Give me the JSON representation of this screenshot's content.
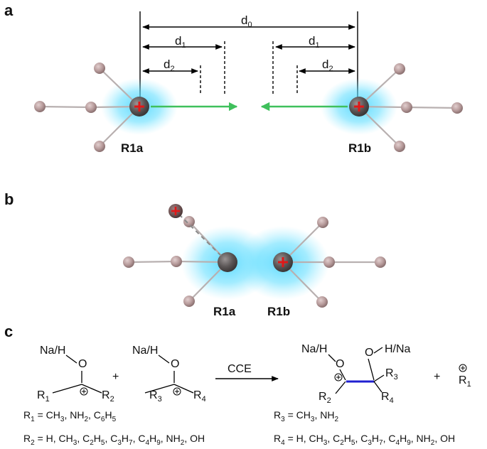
{
  "panels": {
    "a": "a",
    "b": "b",
    "c": "c"
  },
  "colors": {
    "glow": "#3fd3ff",
    "center_atom": "#5a5555",
    "ligand_atom": "#b79b9b",
    "bond": "#b8b0b0",
    "plus": "#e01818",
    "arrow": "#3fc05c",
    "new_bond": "#2020d0"
  },
  "panel_a": {
    "molecule_left": "R1a",
    "molecule_right": "R1b",
    "d0": {
      "base": "d",
      "sub": "0"
    },
    "d1_left": {
      "base": "d",
      "sub": "1"
    },
    "d2_left": {
      "base": "d",
      "sub": "2"
    },
    "d1_right": {
      "base": "d",
      "sub": "1"
    },
    "d2_right": {
      "base": "d",
      "sub": "2"
    }
  },
  "panel_b": {
    "molecule_left": "R1a",
    "molecule_right": "R1b"
  },
  "panel_c": {
    "reactant1": {
      "nah": "Na/H",
      "o": "O",
      "r1": "R",
      "r1_sub": "1",
      "r2": "R",
      "r2_sub": "2"
    },
    "plus_sign": "+",
    "reactant2": {
      "nah": "Na/H",
      "o": "O",
      "r3": "R",
      "r3_sub": "3",
      "r4": "R",
      "r4_sub": "4"
    },
    "arrow_label": "CCE",
    "product": {
      "nah": "Na/H",
      "o1": "O",
      "o2": "O",
      "hna": "H/Na",
      "r3": "R",
      "r3_sub": "3",
      "r2": "R",
      "r2_sub": "2",
      "r4": "R",
      "r4_sub": "4"
    },
    "byproduct": {
      "r": "R",
      "r_sub": "1",
      "charge": "+"
    },
    "def_r1": [
      {
        "t": "R"
      },
      {
        "t": "1",
        "s": true
      },
      {
        "t": " = CH"
      },
      {
        "t": "3",
        "s": true
      },
      {
        "t": ", NH"
      },
      {
        "t": "2",
        "s": true
      },
      {
        "t": ", C"
      },
      {
        "t": "6",
        "s": true
      },
      {
        "t": "H"
      },
      {
        "t": "5",
        "s": true
      }
    ],
    "def_r2": [
      {
        "t": "R"
      },
      {
        "t": "2",
        "s": true
      },
      {
        "t": " = H, CH"
      },
      {
        "t": "3",
        "s": true
      },
      {
        "t": ", C"
      },
      {
        "t": "2",
        "s": true
      },
      {
        "t": "H"
      },
      {
        "t": "5",
        "s": true
      },
      {
        "t": ", C"
      },
      {
        "t": "3",
        "s": true
      },
      {
        "t": "H"
      },
      {
        "t": "7",
        "s": true
      },
      {
        "t": ", C"
      },
      {
        "t": "4",
        "s": true
      },
      {
        "t": "H"
      },
      {
        "t": "9",
        "s": true
      },
      {
        "t": ", NH"
      },
      {
        "t": "2",
        "s": true
      },
      {
        "t": ", OH"
      }
    ],
    "def_r3": [
      {
        "t": "R"
      },
      {
        "t": "3",
        "s": true
      },
      {
        "t": " = CH"
      },
      {
        "t": "3",
        "s": true
      },
      {
        "t": ", NH"
      },
      {
        "t": "2",
        "s": true
      }
    ],
    "def_r4": [
      {
        "t": "R"
      },
      {
        "t": "4",
        "s": true
      },
      {
        "t": " = H, CH"
      },
      {
        "t": "3",
        "s": true
      },
      {
        "t": ", C"
      },
      {
        "t": "2",
        "s": true
      },
      {
        "t": "H"
      },
      {
        "t": "5",
        "s": true
      },
      {
        "t": ", C"
      },
      {
        "t": "3",
        "s": true
      },
      {
        "t": "H"
      },
      {
        "t": "7",
        "s": true
      },
      {
        "t": ", C"
      },
      {
        "t": "4",
        "s": true
      },
      {
        "t": "H"
      },
      {
        "t": "9",
        "s": true
      },
      {
        "t": ", NH"
      },
      {
        "t": "2",
        "s": true
      },
      {
        "t": ", OH"
      }
    ]
  }
}
